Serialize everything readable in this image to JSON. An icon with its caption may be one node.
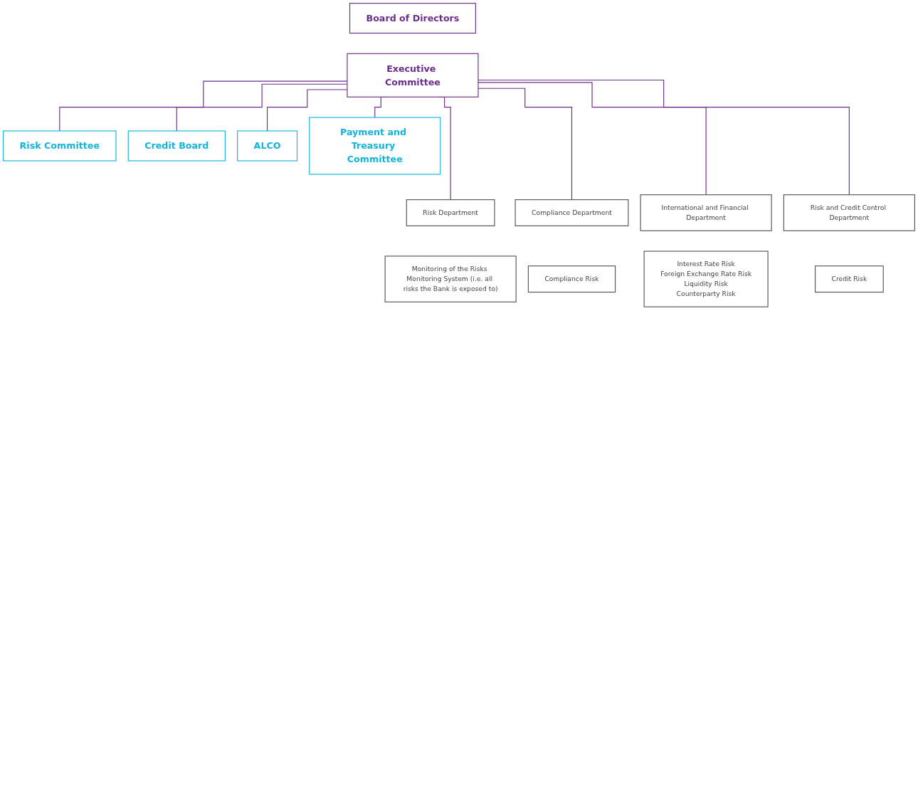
{
  "diagram": {
    "nodes": [
      {
        "text": [
          "Board of Directors"
        ]
      },
      {
        "text": [
          "Executive Committee"
        ]
      },
      {
        "text": [
          "Risk Committee"
        ]
      },
      {
        "text": [
          "Credit Board"
        ]
      },
      {
        "text": [
          "ALCO"
        ]
      },
      {
        "text": [
          "Payment and Treasury Committee"
        ]
      },
      {
        "text": [
          "Risk Department"
        ]
      },
      {
        "text": [
          "Compliance Department"
        ]
      },
      {
        "text": [
          "International and Financial Department"
        ]
      },
      {
        "text": [
          "Risk and Credit Control Department"
        ]
      },
      {
        "text": [
          "Monitoring of the Risks Monitoring System (i.e. all risks the Bank is exposed to)"
        ]
      },
      {
        "text": [
          "Compliance Risk"
        ]
      },
      {
        "text": [
          "Interest Rate Risk",
          "Foreign Exchange Rate Risk",
          "Liquidity Risk",
          "Counterparty Risk"
        ]
      },
      {
        "text": [
          "Credit Risk"
        ]
      }
    ],
    "edges": [
      {
        "from": 1,
        "to": 2,
        "arrow": "none"
      },
      {
        "from": 1,
        "to": 3,
        "arrow": "none"
      },
      {
        "from": 1,
        "to": 4,
        "arrow": "none"
      },
      {
        "from": 1,
        "to": 5,
        "arrow": "none"
      },
      {
        "from": 1,
        "to": 6,
        "arrow": "none"
      },
      {
        "from": 1,
        "to": 7,
        "arrow": "none"
      },
      {
        "from": 1,
        "to": 8,
        "arrow": "none"
      },
      {
        "from": 1,
        "to": 9,
        "arrow": "none"
      }
    ]
  }
}
